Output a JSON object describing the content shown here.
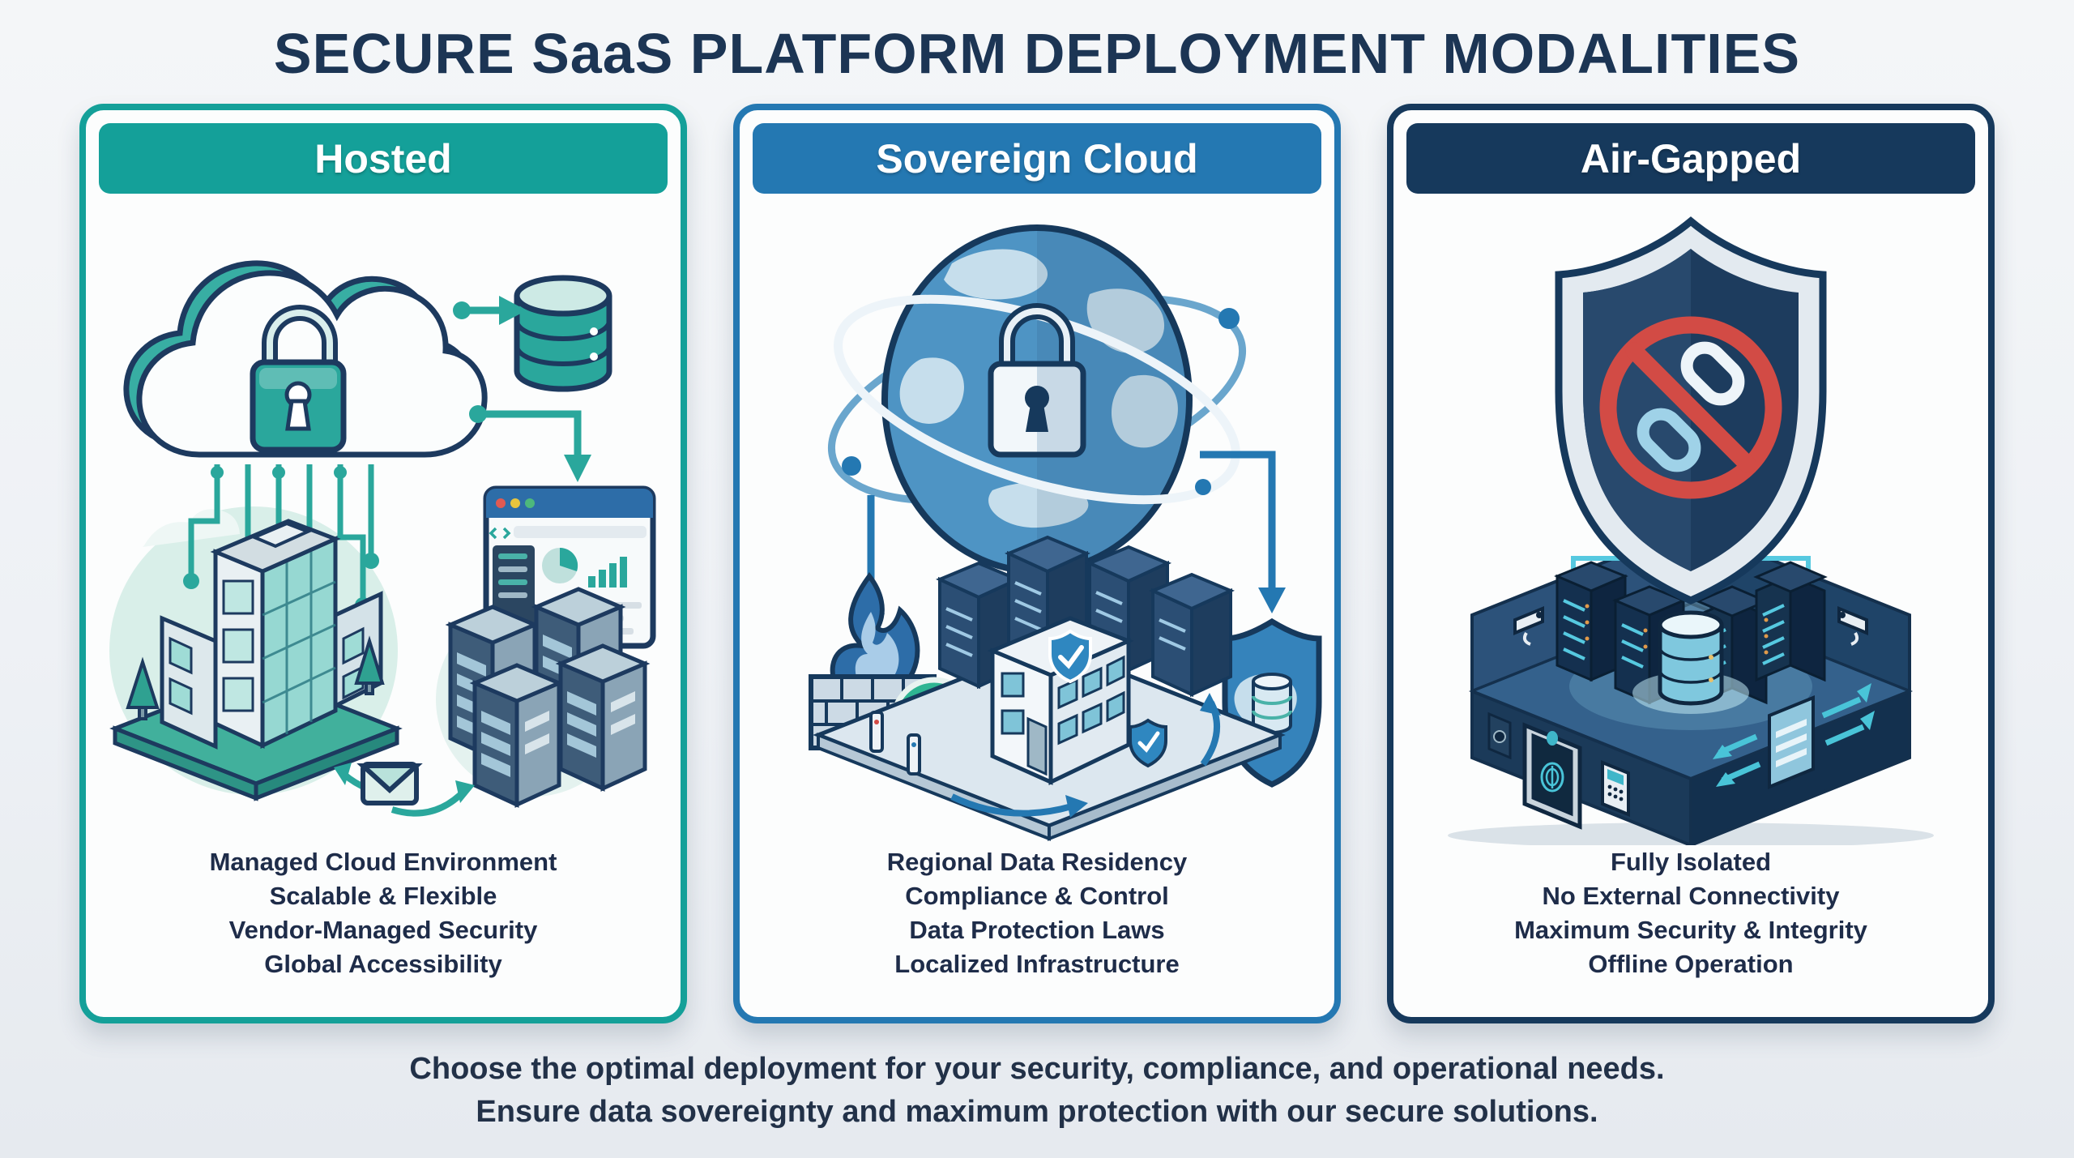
{
  "title": "SECURE SaaS PLATFORM DEPLOYMENT MODALITIES",
  "panels": [
    {
      "id": "hosted",
      "header": "Hosted",
      "accent": "#14A099",
      "features": [
        "Managed Cloud Environment",
        "Scalable & Flexible",
        "Vendor-Managed Security",
        "Global Accessibility"
      ],
      "icons": [
        "locked-cloud-icon",
        "database-icon",
        "analytics-dashboard-icon",
        "circuit-lines-icon",
        "office-building-icon",
        "server-racks-icon",
        "mail-transfer-icon"
      ]
    },
    {
      "id": "sovereign-cloud",
      "header": "Sovereign Cloud",
      "accent": "#2478B2",
      "features": [
        "Regional Data Residency",
        "Compliance & Control",
        "Data Protection Laws",
        "Localized Infrastructure"
      ],
      "icons": [
        "locked-globe-icon",
        "orbit-rings-icon",
        "firewall-check-icon",
        "regional-data-shield-icon",
        "data-center-campus-icon"
      ]
    },
    {
      "id": "air-gapped",
      "header": "Air-Gapped",
      "accent": "#16395C",
      "features": [
        "Fully Isolated",
        "No External Connectivity",
        "Maximum Security & Integrity",
        "Offline Operation"
      ],
      "icons": [
        "no-connectivity-shield-icon",
        "secure-server-vault-icon",
        "security-camera-icon",
        "fingerprint-door-icon",
        "offline-database-icon"
      ]
    }
  ],
  "footer": {
    "line1": "Choose the optimal deployment for your security, compliance, and operational needs.",
    "line2": "Ensure data sovereignty and maximum protection with our secure solutions."
  },
  "colors": {
    "background": "#EEF1F5",
    "panel_background": "#FCFDFD",
    "text": "#1E2C49",
    "teal_accent": "#14A099",
    "blue_accent": "#2478B2",
    "navy_accent": "#16395C",
    "prohibition_red": "#D24B45",
    "check_green": "#2EB592"
  }
}
